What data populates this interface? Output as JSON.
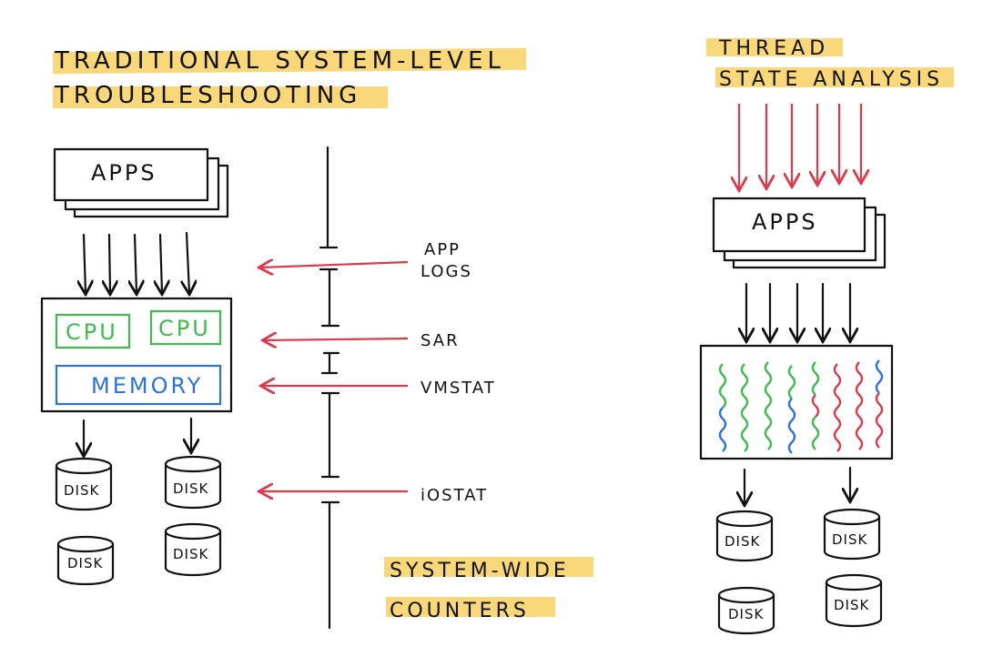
{
  "left_title": {
    "line1": "TRADITIONAL SYSTEM-LEVEL",
    "line2": "TROUBLESHOOTING"
  },
  "left_apps": "APPS",
  "cpu_labels": [
    "CPU",
    "CPU"
  ],
  "memory_label": "MEMORY",
  "disk_label": "DISK",
  "tools": {
    "app_logs_line1": "APP",
    "app_logs_line2": "LOGS",
    "sar": "SAR",
    "vmstat": "VMSTAT",
    "iostat": "iOSTAT"
  },
  "footer": {
    "line1": "SYSTEM-WIDE",
    "line2": "COUNTERS"
  },
  "right_title": {
    "line1": "THREAD",
    "line2": "STATE ANALYSIS"
  },
  "right_apps": "APPS",
  "colors": {
    "highlight": "#f9d87a",
    "cpu": "#3dbb4d",
    "memory": "#2a73d9",
    "arrow_red": "#e0394b",
    "thread_green": "#3dbb4d",
    "thread_blue": "#2a73d9",
    "thread_red": "#e0394b"
  },
  "icons": [
    "arrow-icon",
    "disk-icon",
    "thread-icon"
  ]
}
